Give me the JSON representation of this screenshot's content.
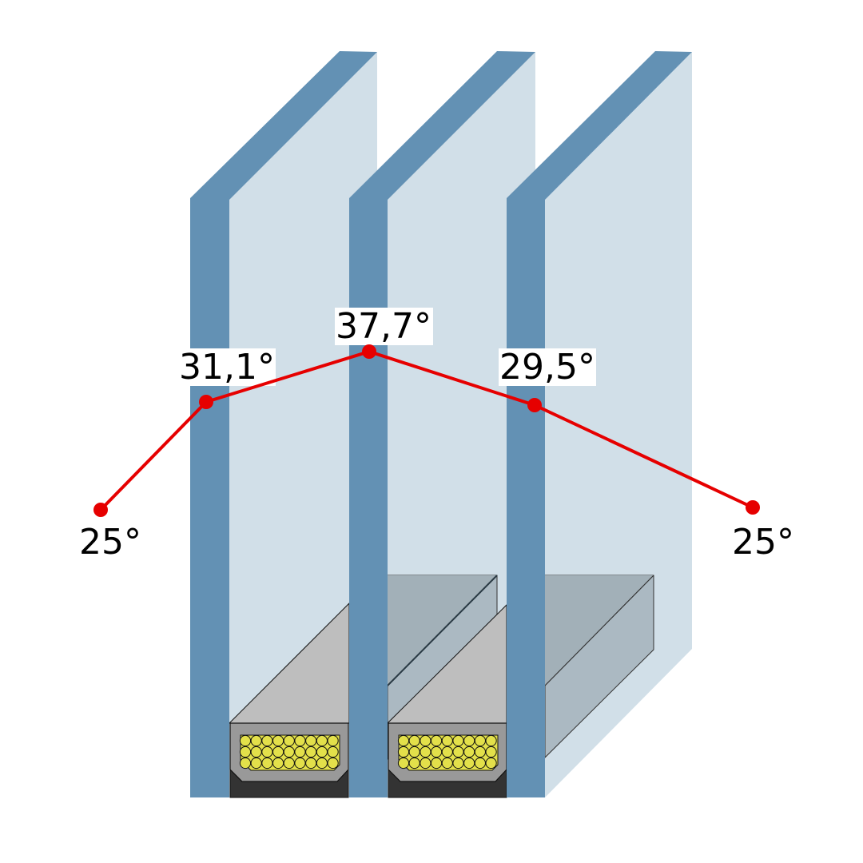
{
  "title": "Triple glazing temperature profile",
  "colors": {
    "glass_edge": "#6391b4",
    "glass_body": "#d1dfe8",
    "spacer_top": "#bebebe",
    "spacer_back": "#a2b0b8",
    "spacer_side": "#abb9c2",
    "spacer_frame": "#999999",
    "sealant": "#333333",
    "desiccant": "#e3e04a",
    "profile_line": "#e60000"
  },
  "temperatures": {
    "outside_left": "25°",
    "pane1": "31,1°",
    "pane2": "37,7°",
    "pane3": "29,5°",
    "outside_right": "25°"
  },
  "temperature_values": [
    25,
    31.1,
    37.7,
    29.5,
    25
  ]
}
